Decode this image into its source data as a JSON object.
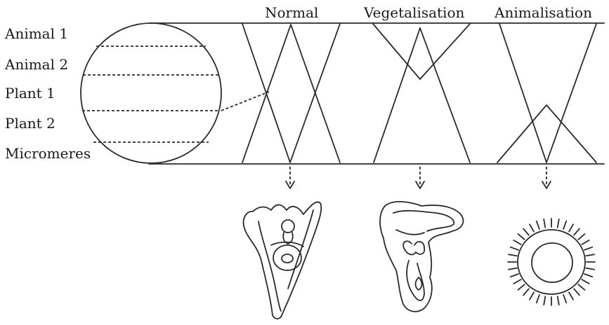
{
  "layers": [
    "Animal 1",
    "Animal 2",
    "Plant 1",
    "Plant 2",
    "Micromeres"
  ],
  "columns": [
    "Normal",
    "Vegetalisation",
    "Animalisation"
  ],
  "outcomes": [
    "normal-larva",
    "vegetalised-embryo",
    "animalised-embryo"
  ]
}
